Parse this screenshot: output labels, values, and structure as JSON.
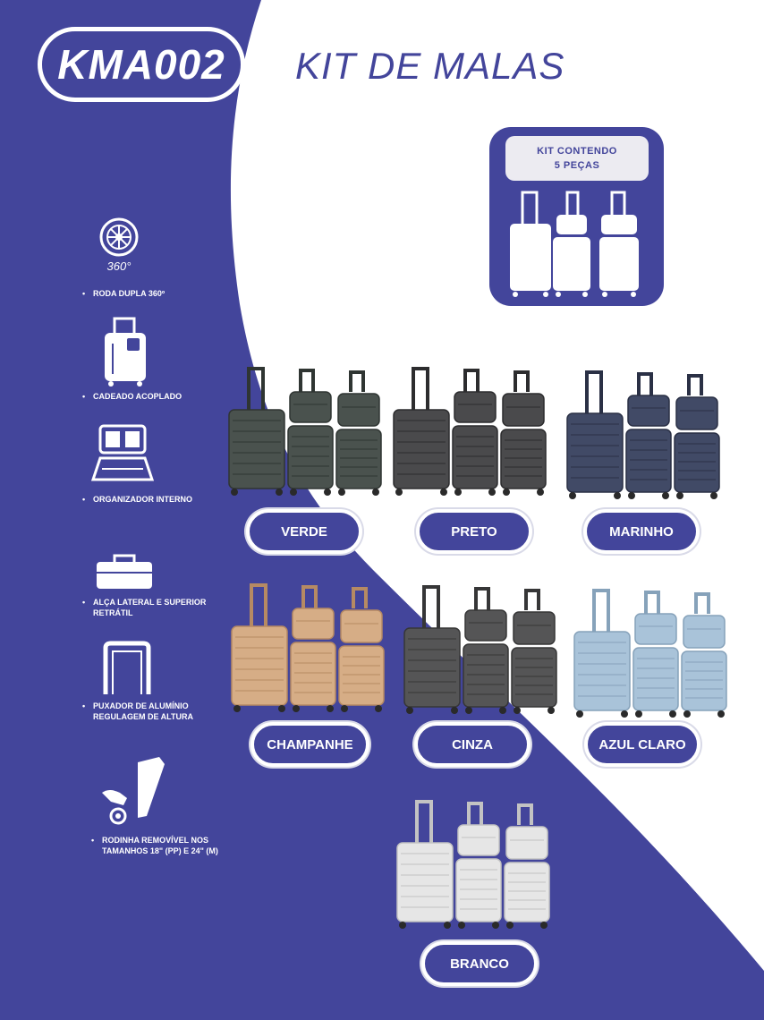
{
  "header": {
    "code": "KMA002",
    "title": "KIT DE MALAS"
  },
  "kit_box": {
    "line1": "KIT CONTENDO",
    "line2": "5 PEÇAS"
  },
  "features": [
    {
      "icon": "wheel-360-icon",
      "icon_text": "360°",
      "label_line1": "RODA DUPLA 360º",
      "label_line2": ""
    },
    {
      "icon": "luggage-lock-icon",
      "label_line1": "CADEADO ACOPLADO",
      "label_line2": ""
    },
    {
      "icon": "open-case-organizer-icon",
      "label_line1": "ORGANIZADOR INTERNO",
      "label_line2": ""
    },
    {
      "icon": "case-handle-icon",
      "label_line1": "ALÇA LATERAL E SUPERIOR",
      "label_line2": "RETRÁTIL"
    },
    {
      "icon": "aluminium-handle-icon",
      "label_line1": "PUXADOR DE ALUMÍNIO",
      "label_line2": "REGULAGEM DE ALTURA"
    },
    {
      "icon": "removable-wheel-icon",
      "label_line1": "RODINHA REMOVÍVEL NOS",
      "label_line2": "TAMANHOS 18\" (PP) E 24\" (M)"
    }
  ],
  "colors": [
    {
      "name": "VERDE",
      "body": "#4a524e",
      "dark": "#2f3532"
    },
    {
      "name": "PRETO",
      "body": "#4a4a4c",
      "dark": "#2c2c2e"
    },
    {
      "name": "MARINHO",
      "body": "#414a66",
      "dark": "#2a3045"
    },
    {
      "name": "CHAMPANHE",
      "body": "#d6ad86",
      "dark": "#b68a63"
    },
    {
      "name": "CINZA",
      "body": "#555556",
      "dark": "#363637"
    },
    {
      "name": "AZUL CLARO",
      "body": "#a9c3d9",
      "dark": "#86a2ba"
    },
    {
      "name": "BRANCO",
      "body": "#e6e6e6",
      "dark": "#c3c3c3"
    }
  ],
  "theme": {
    "primary": "#43459b",
    "white": "#ffffff"
  }
}
